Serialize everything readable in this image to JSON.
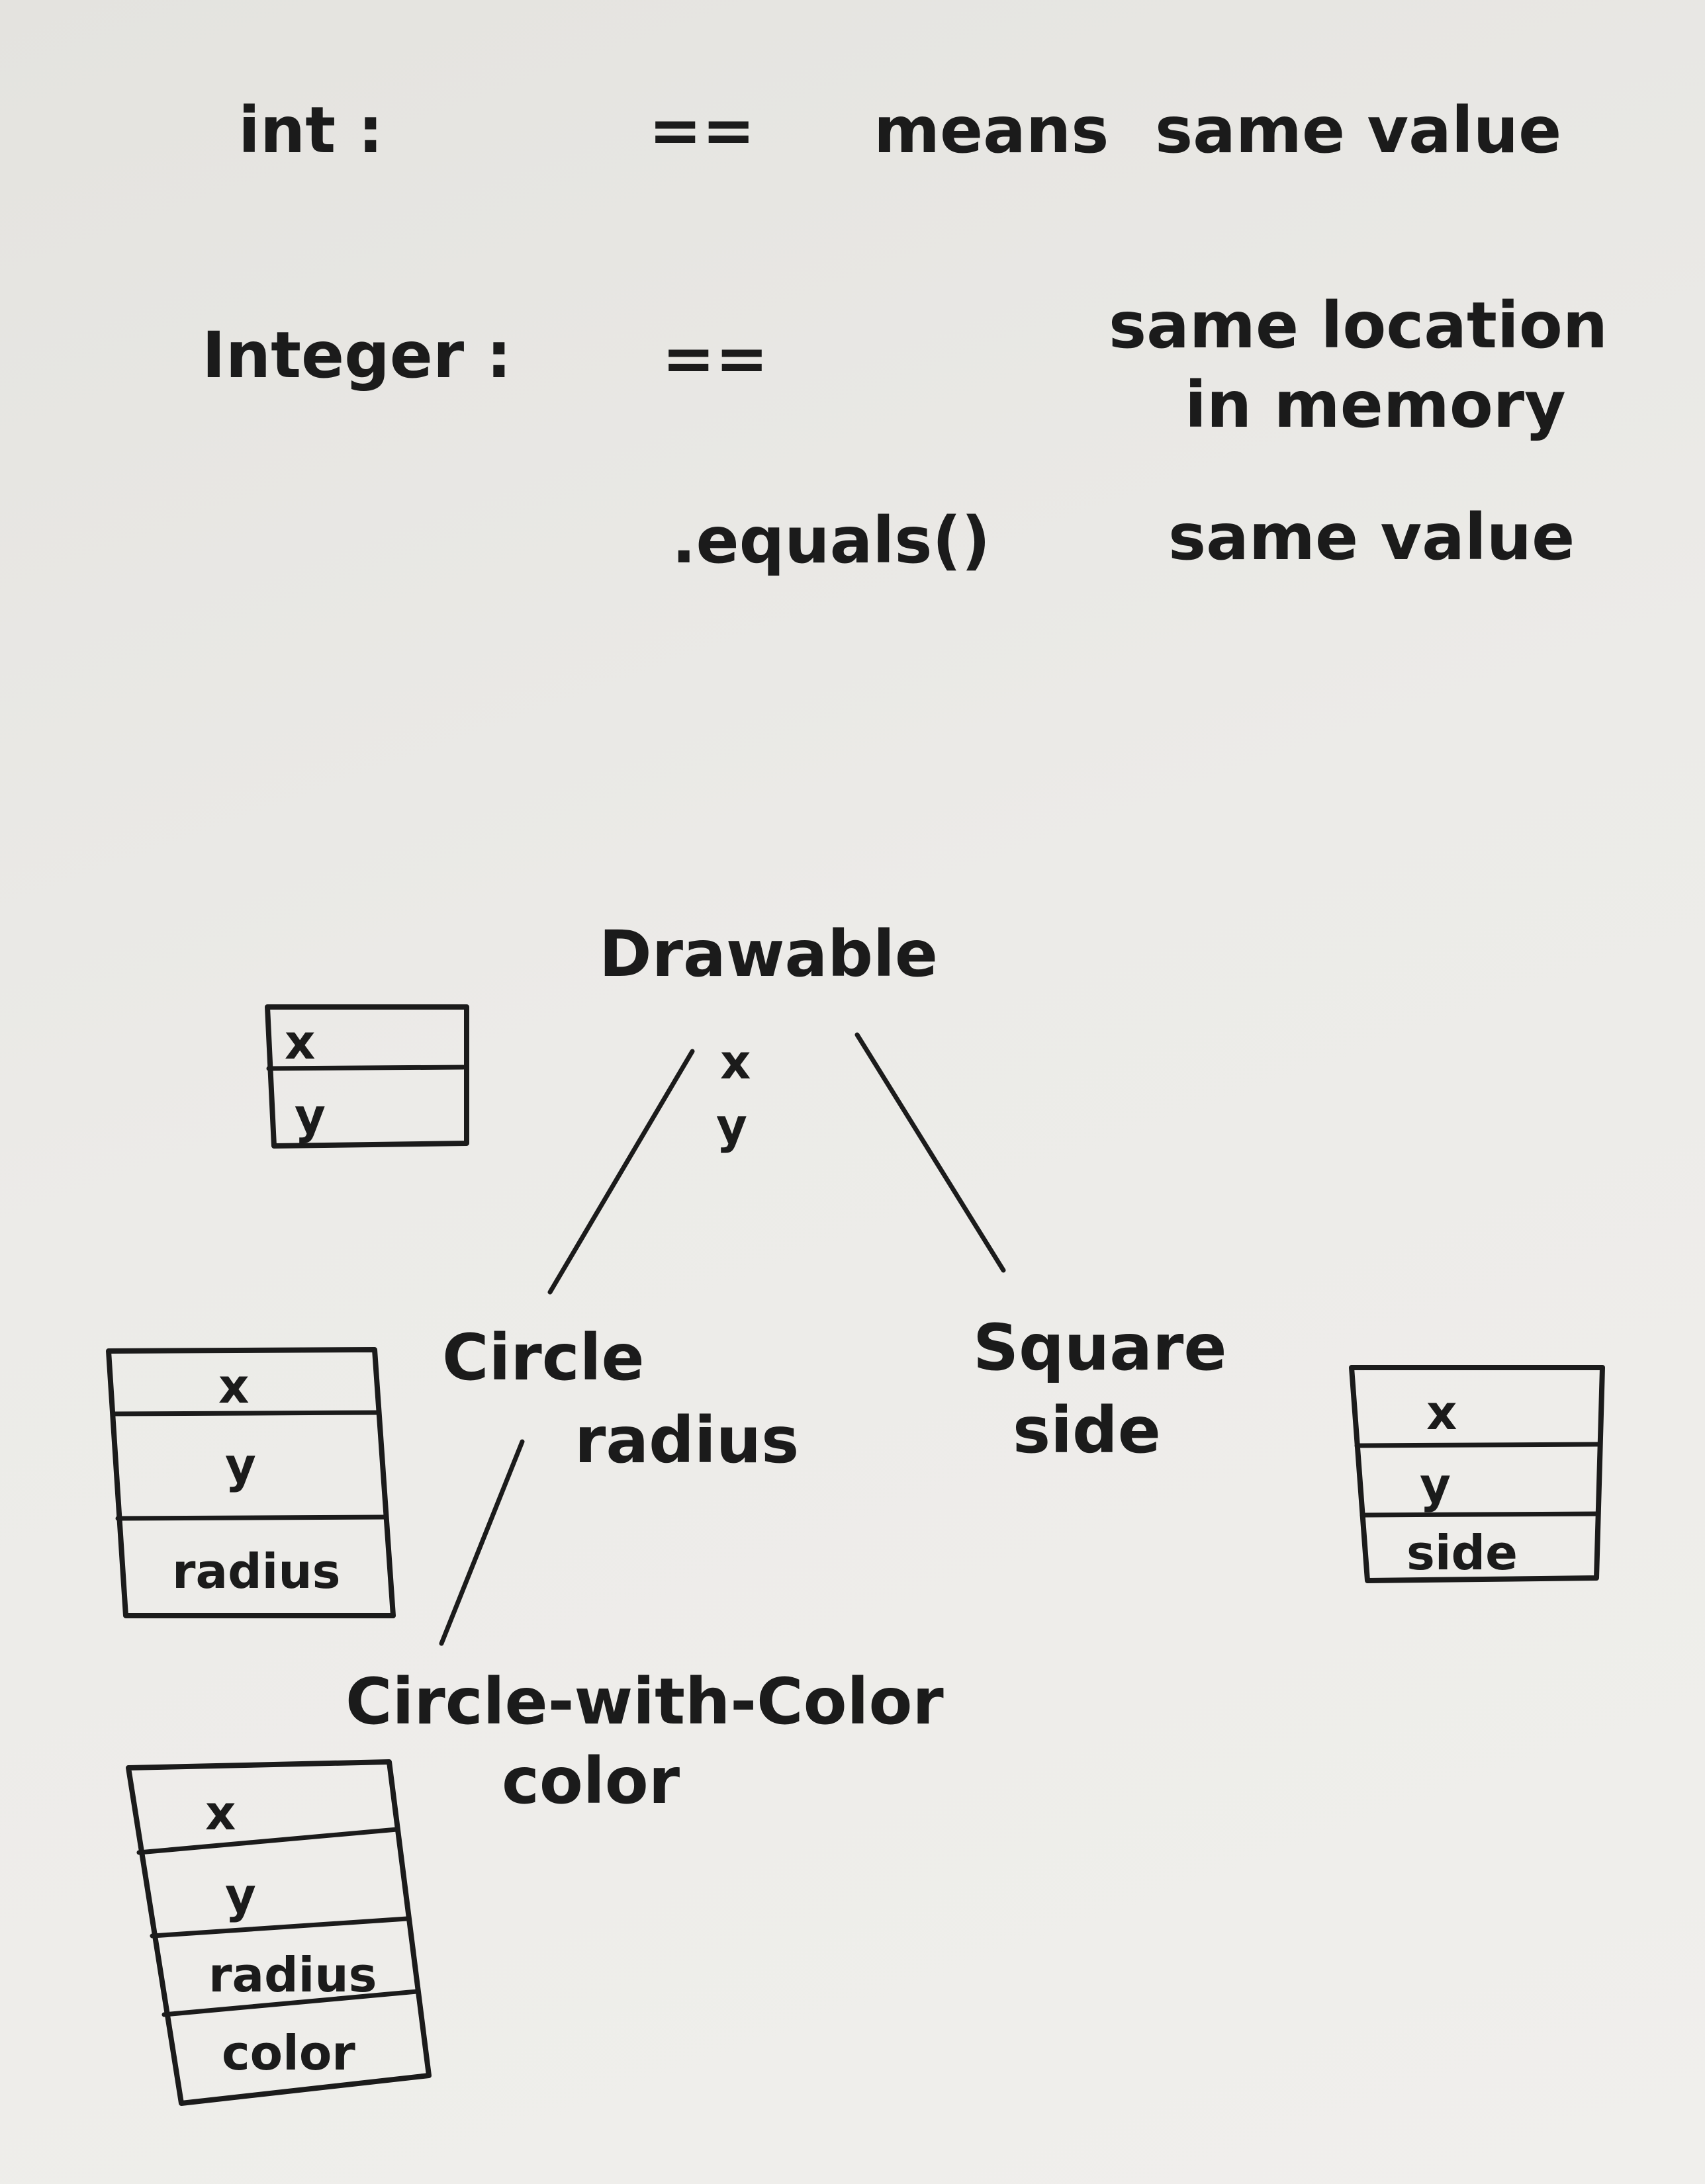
{
  "notes": {
    "int_label": "int :",
    "int_op": "==",
    "int_means": "means",
    "int_meaning": "same value",
    "integer_label": "Integer :",
    "integer_op": "==",
    "integer_meaning_line1": "same location",
    "integer_meaning_line2": "in memory",
    "equals_op": ".equals()",
    "equals_meaning": "same value"
  },
  "hierarchy": {
    "root": {
      "name": "Drawable",
      "fields": [
        "x",
        "y"
      ]
    },
    "circle": {
      "name": "Circle",
      "field": "radius"
    },
    "square": {
      "name": "Square",
      "field": "side"
    },
    "circle_with_color": {
      "name": "Circle-with-Color",
      "field": "color"
    }
  },
  "memory_boxes": {
    "drawable": [
      "x",
      "y"
    ],
    "circle": [
      "x",
      "y",
      "radius"
    ],
    "square": [
      "x",
      "y",
      "side"
    ],
    "circle_with_color": [
      "x",
      "y",
      "radius",
      "color"
    ]
  }
}
